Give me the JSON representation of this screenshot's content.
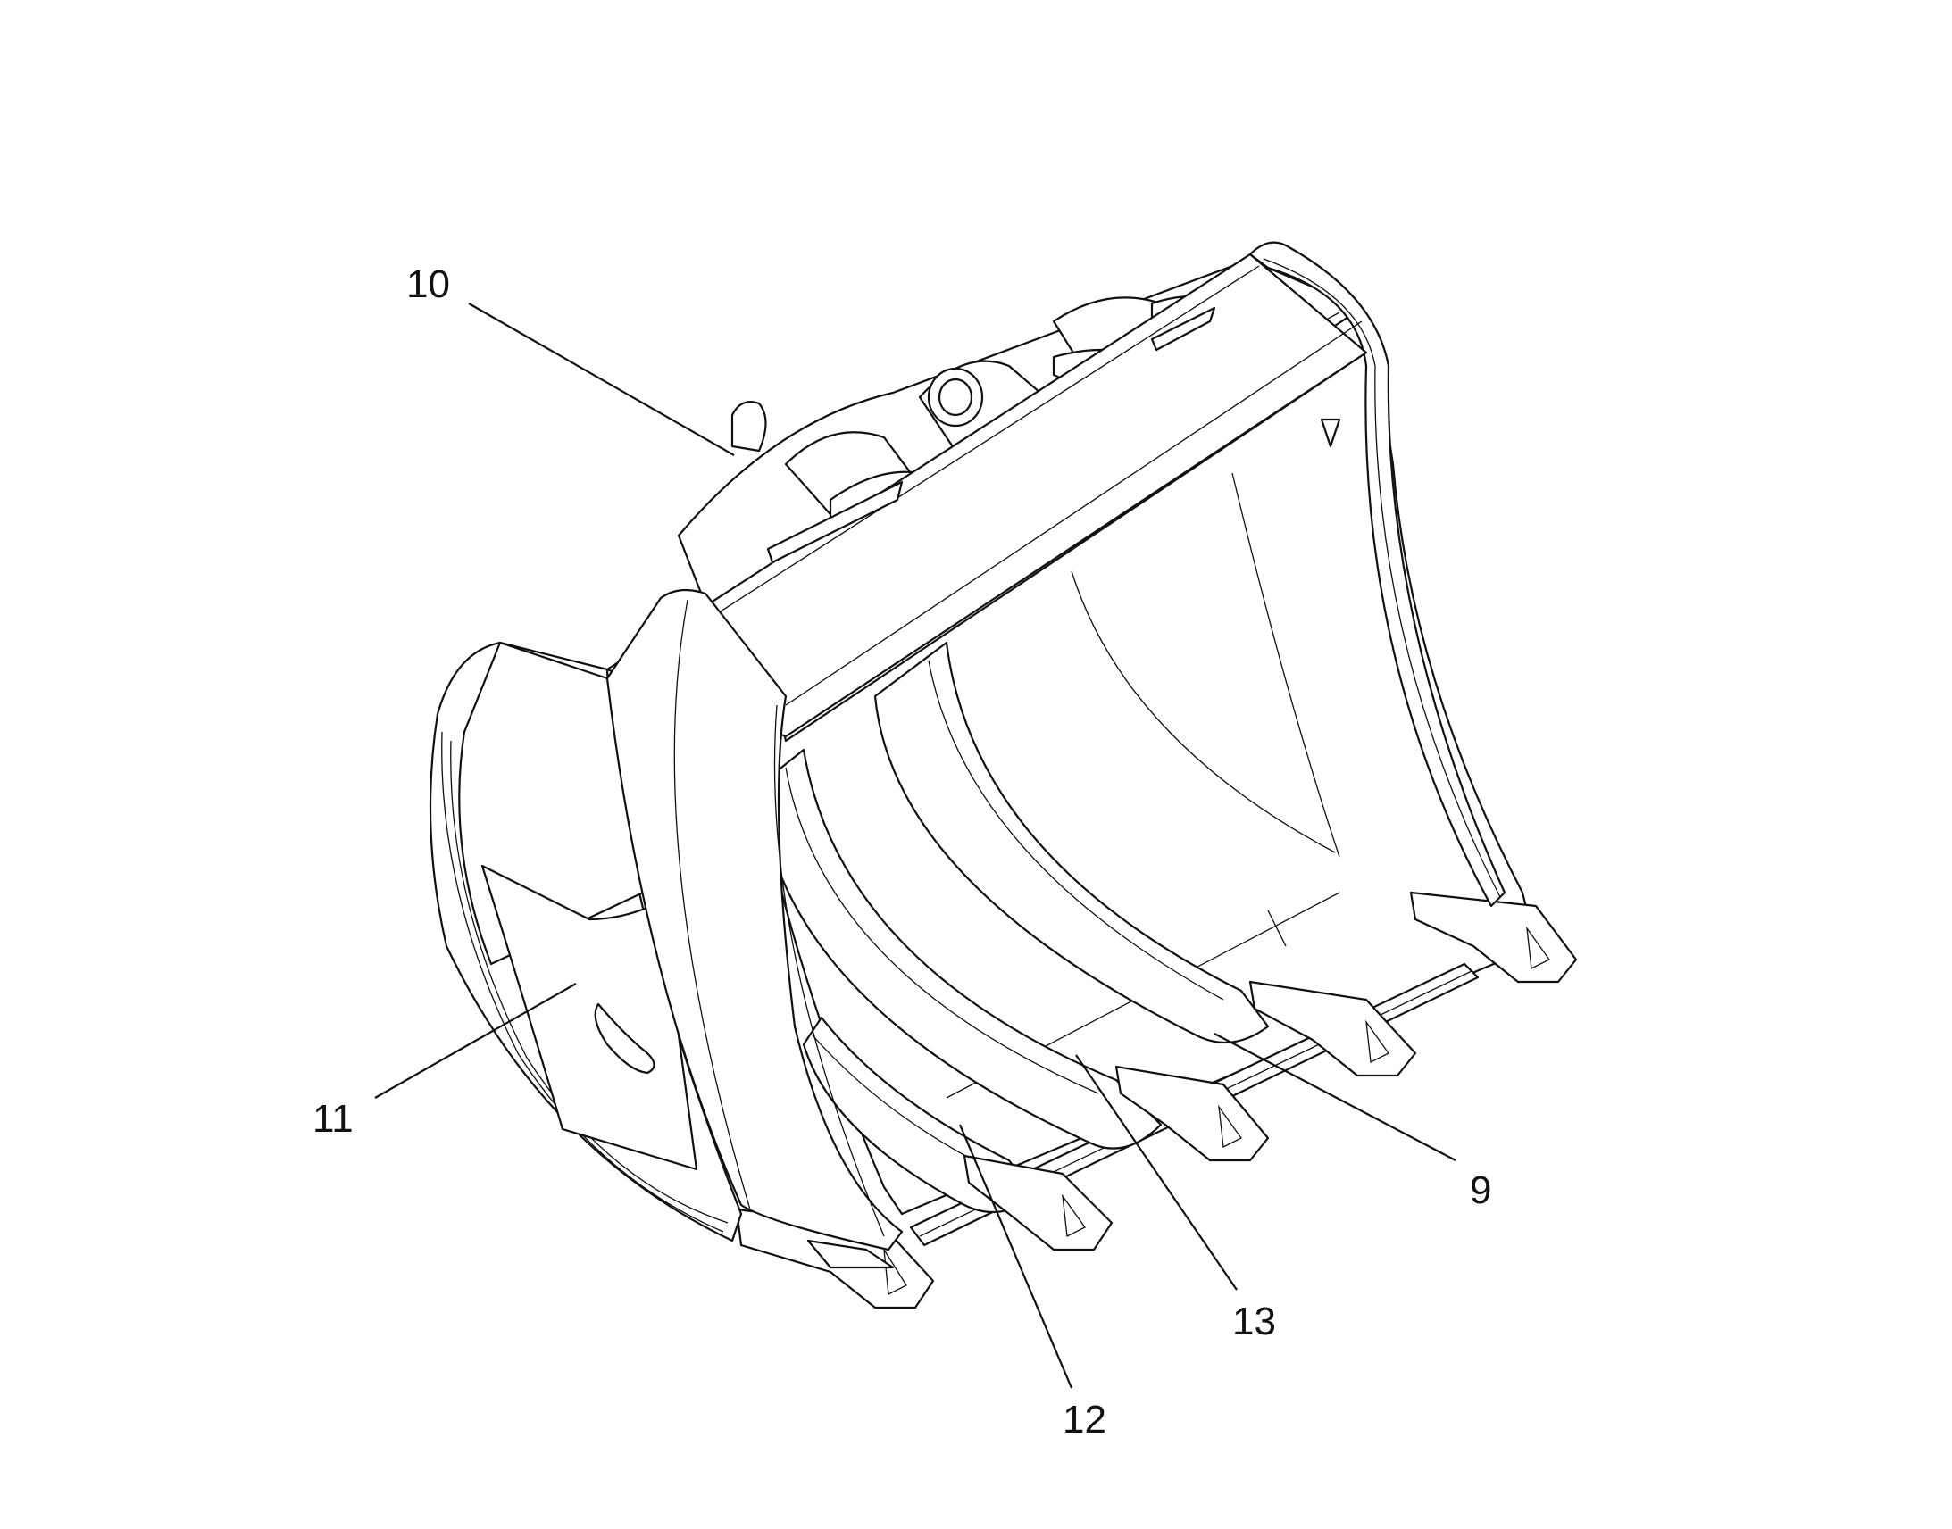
{
  "callouts": [
    {
      "id": "c10",
      "text": "10"
    },
    {
      "id": "c11",
      "text": "11"
    },
    {
      "id": "c12",
      "text": "12"
    },
    {
      "id": "c13",
      "text": "13"
    },
    {
      "id": "c9",
      "text": "9"
    }
  ]
}
